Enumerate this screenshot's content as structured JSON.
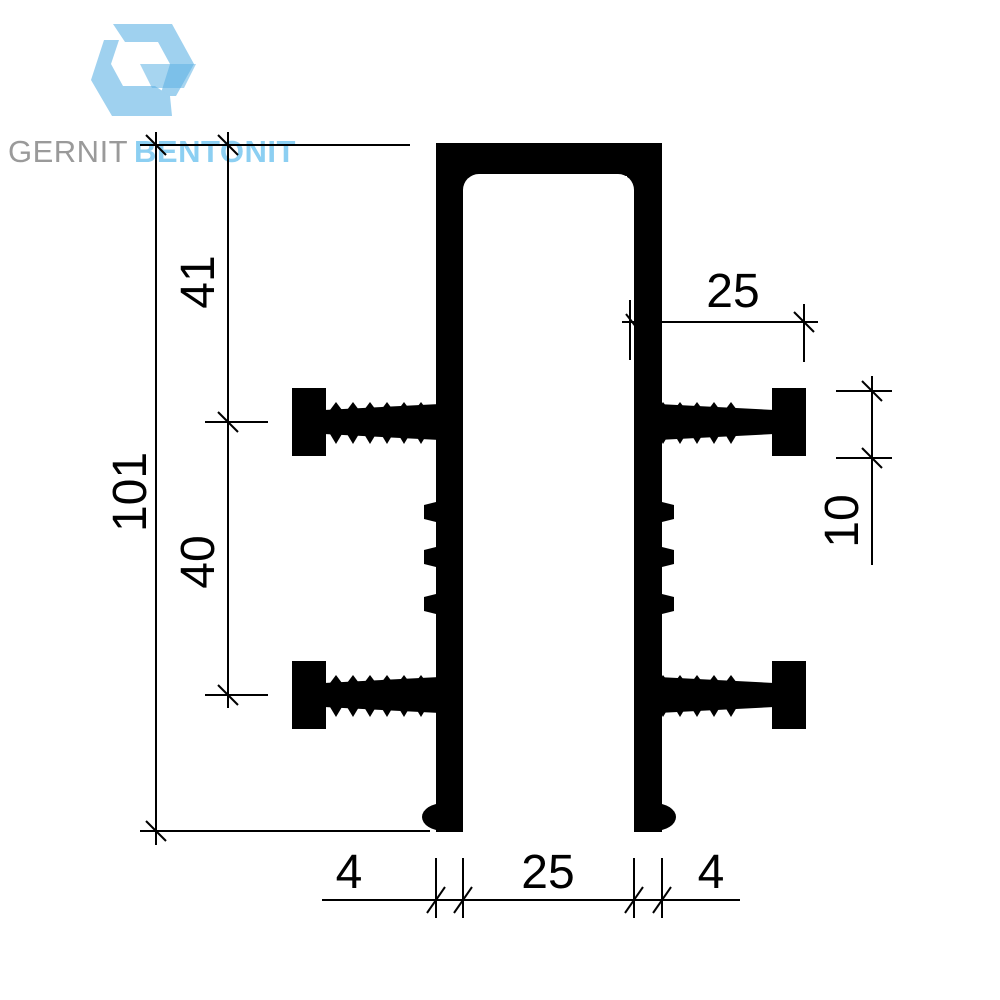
{
  "logo": {
    "word1": "GERNIT",
    "word2": "BENTONIT",
    "mark_color": "#9fd1ef",
    "mark_color_dark": "#5fb3e3",
    "word1_color": "#9a9a9a",
    "word2_color": "#8ccff2"
  },
  "profile": {
    "fill": "#000000"
  },
  "dimensions": {
    "overall_height": "101",
    "top_section": "41",
    "rib_spacing": "40",
    "bulb_offset": "25",
    "rib_height": "10",
    "wall_left": "4",
    "inner_width": "25",
    "wall_right": "4"
  }
}
